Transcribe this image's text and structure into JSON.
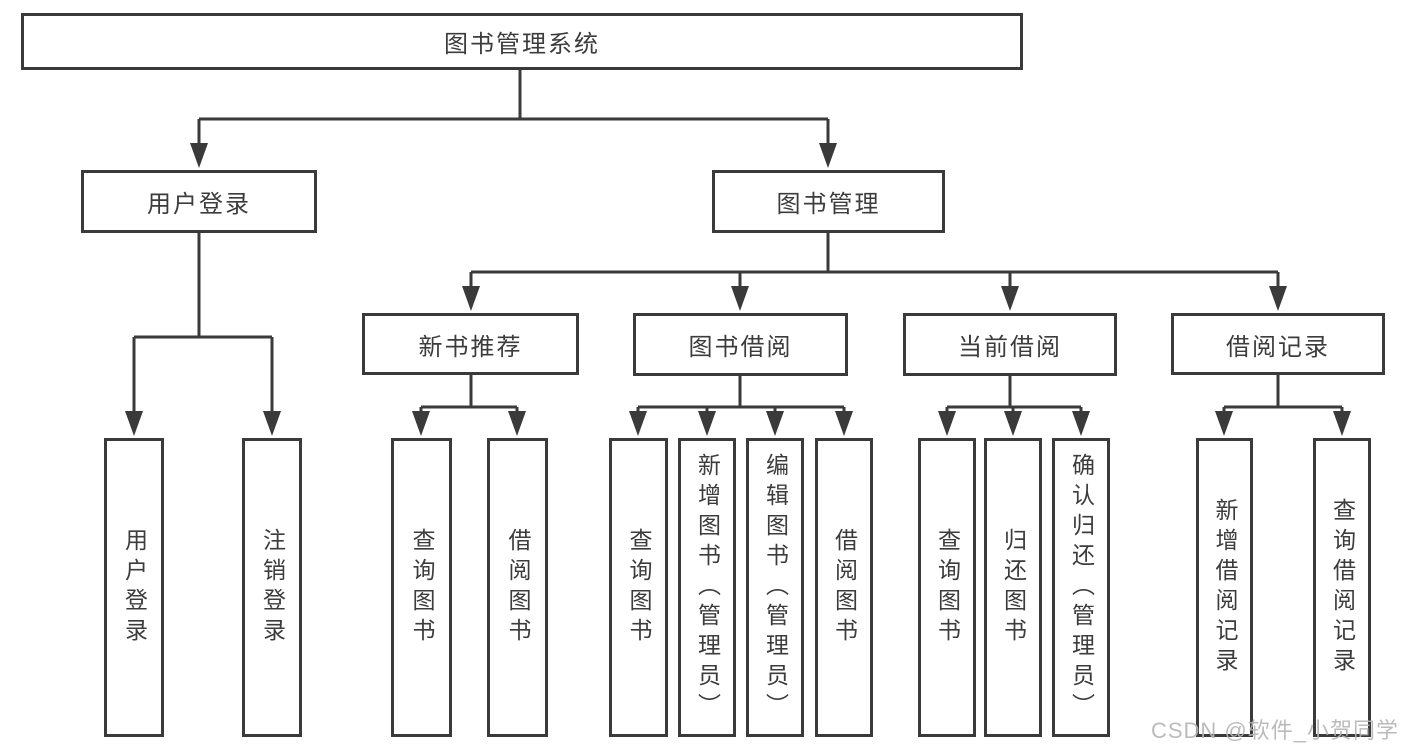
{
  "diagram_title": "图书管理系统",
  "nodes": {
    "root": "图书管理系统",
    "user_login_group": "用户登录",
    "book_management": "图书管理",
    "new_book_recommend": "新书推荐",
    "book_borrow": "图书借阅",
    "current_borrow": "当前借阅",
    "borrow_record": "借阅记录",
    "leaf_user_login": "用户登录",
    "leaf_logout": "注销登录",
    "leaf_query_book_recommend": "查询图书",
    "leaf_borrow_book_recommend": "借阅图书",
    "leaf_query_book_borrow": "查询图书",
    "leaf_add_book_admin": "新增图书（管理员）",
    "leaf_edit_book_admin": "编辑图书（管理员）",
    "leaf_borrow_book_borrow": "借阅图书",
    "leaf_query_book_current": "查询图书",
    "leaf_return_book": "归还图书",
    "leaf_confirm_return_admin": "确认归还（管理员）",
    "leaf_add_borrow_record": "新增借阅记录",
    "leaf_query_borrow_record": "查询借阅记录"
  },
  "watermark": "CSDN @软件_小贺同学",
  "colors": {
    "line": "#3a3a3a",
    "text": "#3c3c3c",
    "watermark": "#b4b4b4",
    "background": "#ffffff"
  }
}
